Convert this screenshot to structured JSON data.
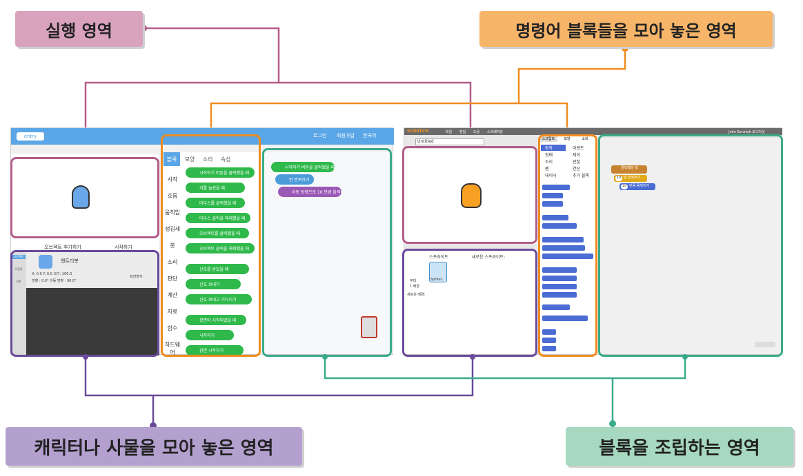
{
  "callouts": {
    "run_area": "실행 영역",
    "blocks_area": "명령어 블록들을 모아 놓은 영역",
    "objects_area": "캐릭터나 사물을 모아 놓은 영역",
    "assembly_area": "블록을 조립하는 영역"
  },
  "colors": {
    "run": "#d9a3be",
    "blocks": "#f7b56a",
    "objects": "#b3a0cf",
    "assembly": "#a6d9bf",
    "line_pink": "#b45b8a",
    "line_orange": "#f08c1e",
    "line_purple": "#6a4a9b",
    "line_teal": "#3aab8a"
  },
  "entry": {
    "logo": "entry",
    "header_links": [
      "로그인",
      "회원가입",
      "한국어"
    ],
    "add_object": "오브젝트 추가하기",
    "start": "시작하기",
    "object_name": "엔트리봇",
    "object_coords": "X: 0.0    Y: 0.0    크기: 100.0",
    "object_dir": "방향 : 0.0°    이동 방향 : 90.0°",
    "rotation_label": "회전방식 :",
    "left_tabs": [
      "오브젝트",
      "도움말",
      "장면"
    ],
    "tabs": [
      "블록",
      "모양",
      "소리",
      "속성"
    ],
    "categories": [
      "시작",
      "흐름",
      "움직임",
      "생김새",
      "붓",
      "소리",
      "판단",
      "계산",
      "자료",
      "함수",
      "하드웨어"
    ],
    "blocks": [
      "시작하기 버튼을 클릭했을 때",
      "키를 눌렀을 때",
      "마우스를 클릭했을 때",
      "마우스 클릭을 해제했을 때",
      "오브젝트를 클릭했을 때",
      "오브젝트 클릭을 해제했을 때",
      "신호를 받았을 때",
      "신호 보내기",
      "신호 보내고 기다리기",
      "장면이 시작되었을 때",
      "시작하기",
      "장면 시작하기"
    ],
    "script": [
      "시작하기 버튼을 클릭했을 때",
      "번 반복하기",
      "이동 방향으로  10  만큼 움직이기"
    ]
  },
  "scratch": {
    "logo": "SCRATCH",
    "menu": [
      "파일",
      "편집",
      "도움",
      "스크래치란"
    ],
    "user": "John Sonstuh  로그아웃",
    "project_title": "Untitled",
    "tabs": [
      "스크립트",
      "모양",
      "소리"
    ],
    "categories_left": [
      "동작",
      "형태",
      "소리",
      "펜",
      "데이터"
    ],
    "categories_right": [
      "이벤트",
      "제어",
      "관찰",
      "연산",
      "추가 블록"
    ],
    "sprites_label": "스프라이트",
    "new_sprite": "새로운 스프라이트:",
    "sprite_name": "Sprite1",
    "stage_label": "무대",
    "backdrop": "1 배경",
    "new_backdrop": "새로운 배경:",
    "script": [
      "클릭했을 때",
      "번 반복하기",
      "만큼 움직이기"
    ],
    "script_values": [
      "10",
      "10"
    ]
  }
}
